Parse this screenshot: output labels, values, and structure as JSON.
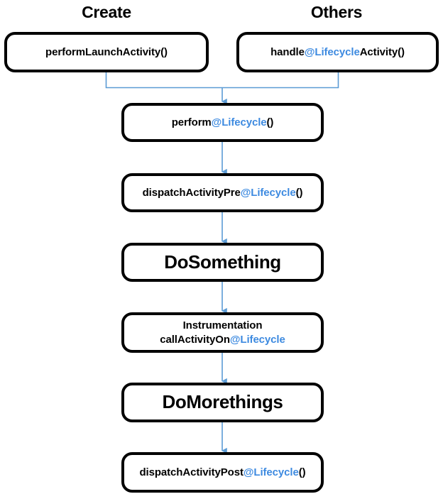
{
  "diagram": {
    "title": "Android Activity Lifecycle Dispatch Flow",
    "accent_color": "#3d8ae0",
    "arrow_color": "#5b9bd5",
    "border_color": "#000000",
    "background_color": "#ffffff"
  },
  "headers": {
    "create": "Create",
    "others": "Others"
  },
  "nodes": {
    "perform_launch": {
      "text": "performLaunchActivity()",
      "parts": [
        {
          "text": "performLaunchActivity()",
          "accent": false
        }
      ]
    },
    "handle_lifecycle": {
      "text": "handle@LifecycleActivity()",
      "parts": [
        {
          "text": "handle",
          "accent": false
        },
        {
          "text": "@Lifecycle",
          "accent": true
        },
        {
          "text": "Activity()",
          "accent": false
        }
      ]
    },
    "perform": {
      "text": "perform@Lifecycle()",
      "parts": [
        {
          "text": "perform",
          "accent": false
        },
        {
          "text": "@Lifecycle",
          "accent": true
        },
        {
          "text": "()",
          "accent": false
        }
      ]
    },
    "dispatch_pre": {
      "text": "dispatchActivityPre@Lifecycle()",
      "parts": [
        {
          "text": "dispatchActivityPre",
          "accent": false
        },
        {
          "text": "@Lifecycle",
          "accent": true
        },
        {
          "text": "()",
          "accent": false
        }
      ]
    },
    "do_something": {
      "text": "DoSomething",
      "parts": [
        {
          "text": "DoSomething",
          "accent": false
        }
      ]
    },
    "instrumentation": {
      "text": "Instrumentation\ncallActivityOn@Lifecycle",
      "parts": [
        {
          "text": "Instrumentation\n",
          "accent": false
        },
        {
          "text": "callActivityOn",
          "accent": false
        },
        {
          "text": "@Lifecycle",
          "accent": true
        }
      ]
    },
    "do_morethings": {
      "text": "DoMorethings",
      "parts": [
        {
          "text": "DoMorethings",
          "accent": false
        }
      ]
    },
    "dispatch_post": {
      "text": "dispatchActivityPost@Lifecycle()",
      "parts": [
        {
          "text": "dispatchActivityPost",
          "accent": false
        },
        {
          "text": "@Lifecycle",
          "accent": true
        },
        {
          "text": "()",
          "accent": false
        }
      ]
    }
  },
  "edges": [
    {
      "from": "perform_launch",
      "to": "join",
      "kind": "elbow"
    },
    {
      "from": "handle_lifecycle",
      "to": "join",
      "kind": "elbow"
    },
    {
      "from": "join",
      "to": "perform",
      "kind": "arrow"
    },
    {
      "from": "perform",
      "to": "dispatch_pre",
      "kind": "arrow"
    },
    {
      "from": "dispatch_pre",
      "to": "do_something",
      "kind": "arrow"
    },
    {
      "from": "do_something",
      "to": "instrumentation",
      "kind": "arrow"
    },
    {
      "from": "instrumentation",
      "to": "do_morethings",
      "kind": "arrow"
    },
    {
      "from": "do_morethings",
      "to": "dispatch_post",
      "kind": "arrow"
    }
  ]
}
